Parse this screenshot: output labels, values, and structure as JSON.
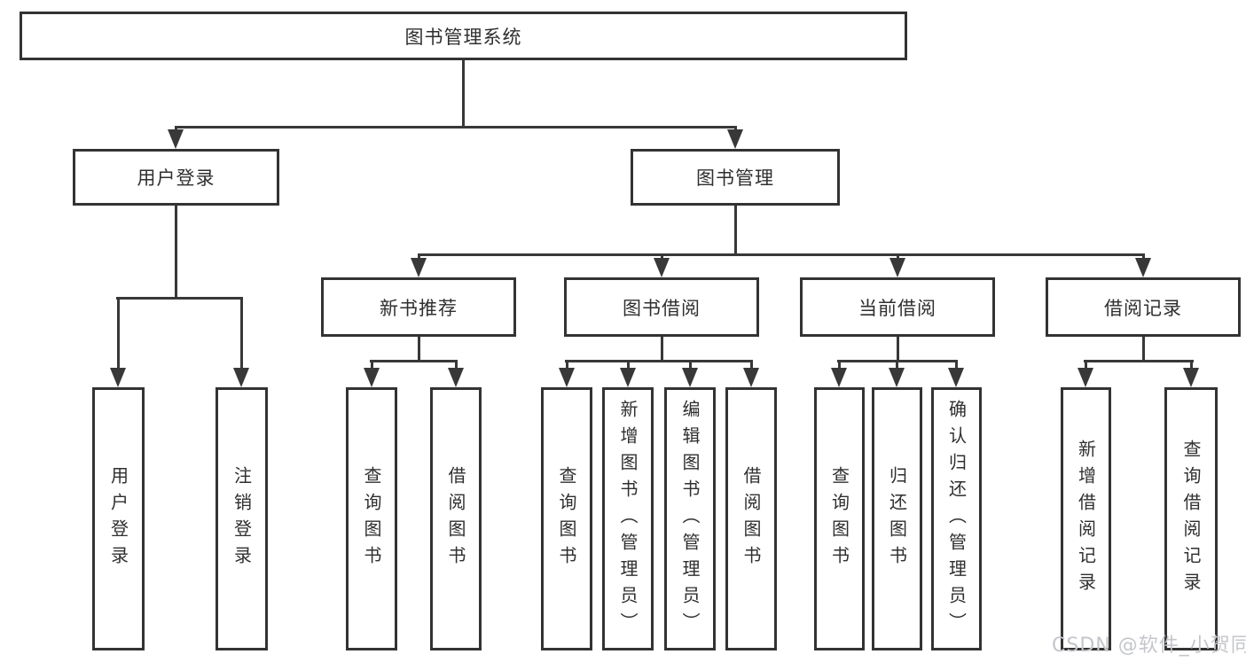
{
  "tree": {
    "root": "图书管理系统",
    "branches": [
      {
        "label": "用户登录",
        "children": [
          "用户登录",
          "注销登录"
        ]
      },
      {
        "label": "图书管理",
        "children": [
          {
            "label": "新书推荐",
            "children": [
              "查询图书",
              "借阅图书"
            ]
          },
          {
            "label": "图书借阅",
            "children": [
              "查询图书",
              "新增图书（管理员）",
              "编辑图书（管理员）",
              "借阅图书"
            ]
          },
          {
            "label": "当前借阅",
            "children": [
              "查询图书",
              "归还图书",
              "确认归还（管理员）"
            ]
          },
          {
            "label": "借阅记录",
            "children": [
              "新增借阅记录",
              "查询借阅记录"
            ]
          }
        ]
      }
    ]
  },
  "watermark": "CSDN @软件_小贺同学",
  "colors": {
    "line": "#383838",
    "border": "#333333",
    "text": "#2f2f2f",
    "watermark": "#c4c6cb",
    "background": "#ffffff"
  }
}
